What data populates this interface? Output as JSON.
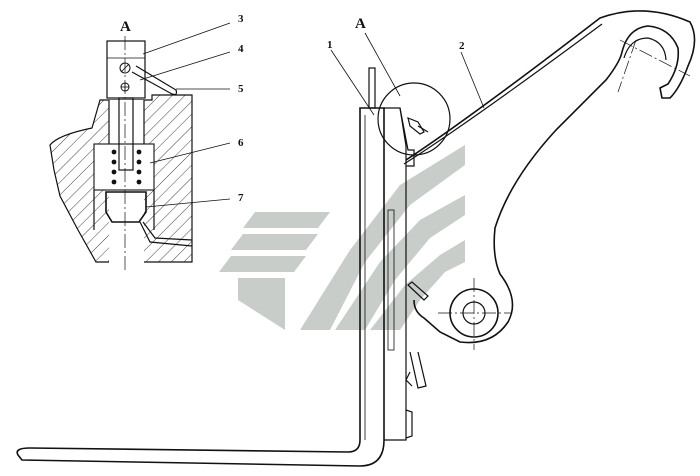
{
  "detail_view": {
    "title": "A",
    "callouts": [
      "3",
      "4",
      "5",
      "6",
      "7"
    ]
  },
  "main_view": {
    "view_marker": "A",
    "callouts": [
      "1",
      "2"
    ]
  }
}
